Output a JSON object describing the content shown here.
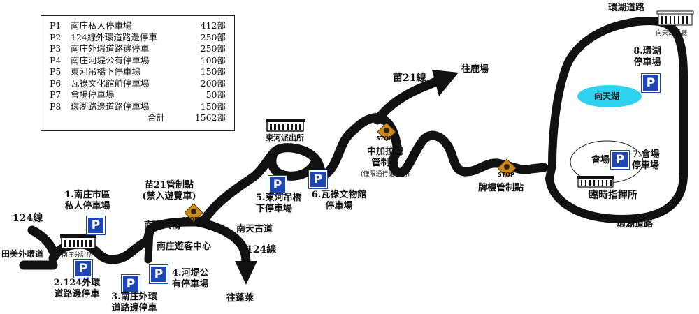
{
  "legend": {
    "rows": [
      {
        "code": "P1",
        "name": "南庄私人停車場",
        "count": "412部"
      },
      {
        "code": "P2",
        "name": "124線外環道路邊停車",
        "count": "250部"
      },
      {
        "code": "P3",
        "name": "南庄外環道路邊停車",
        "count": "250部"
      },
      {
        "code": "P4",
        "name": "南庄河堤公有停車場",
        "count": "100部"
      },
      {
        "code": "P5",
        "name": "東河吊橋下停車場",
        "count": "150部"
      },
      {
        "code": "P6",
        "name": "瓦祿文化館前停車場",
        "count": "200部"
      },
      {
        "code": "P7",
        "name": "會場停車場",
        "count": "50部"
      },
      {
        "code": "P8",
        "name": "環湖路邊道路停車場",
        "count": "150部"
      }
    ],
    "total_label": "合計",
    "total_count": "1562部"
  },
  "labels": {
    "route_124_left": "124線",
    "tianmei_ring": "田美外環道",
    "p1_line1": "1.南庄市區",
    "p1_line2": "私人停車場",
    "p2_line1": "2.124外環",
    "p2_line2": "道路邊停車",
    "p3_line1": "3.南庄外環",
    "p3_line2": "道路邊停車",
    "p4_line1": "4.河堤公",
    "p4_line2": "有停車場",
    "nanzhuang_police": "南庄分駐所",
    "visitor_center": "南庄遊客中心",
    "nanzhuang_bridge": "南庄大橋",
    "miao21_control_1": "苗21管制點",
    "miao21_control_2": "(禁入遊覽車)",
    "nantian_road": "南天古道",
    "route_124_right": "124線",
    "to_penglai": "往蓬萊",
    "p5_line1": "5.東河吊橋",
    "p5_line2": "下停車場",
    "p6_line1": "6.瓦祿文物館",
    "p6_line2": "停車場",
    "donghe_police": "東河派出所",
    "zhongjia_1": "中加拉灣",
    "zhongjia_2": "管制站",
    "zhongjia_3": "(僅限通行證車輛)",
    "miao21_route": "苗21線",
    "to_luchang": "往鹿場",
    "paibu_control": "牌樓管制點",
    "lake_ring_top": "環湖道路",
    "xiangtian_restaurant": "向天湖餐廳",
    "p8_line1": "8.環湖",
    "p8_line2": "停車場",
    "xiangtian_lake": "向天湖",
    "venue": "會場",
    "p7_line1": "7.會場",
    "p7_line2": "停車場",
    "temp_command": "臨時指揮所",
    "lake_ring_bottom": "環湖道路",
    "parking_symbol": "P",
    "stop_text": "STOP"
  },
  "colors": {
    "road": "#111111",
    "parking": "#1e46b4",
    "lake": "#2fd3f0",
    "stop": "#c98a1c"
  }
}
